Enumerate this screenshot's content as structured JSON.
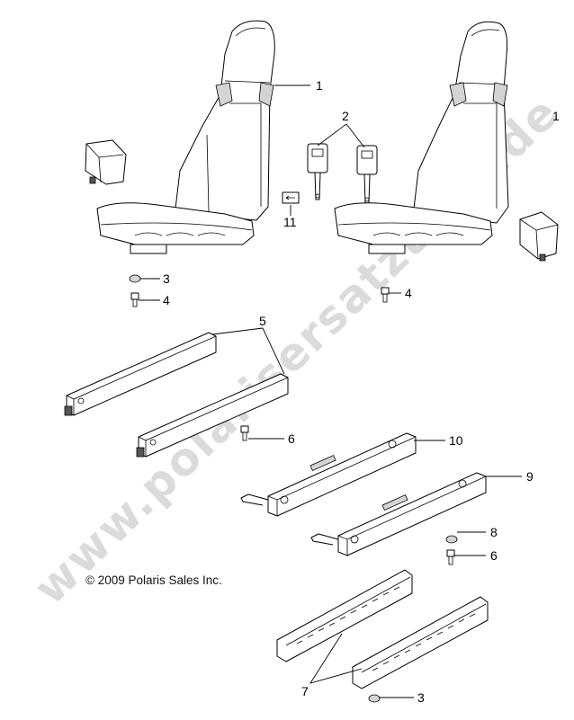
{
  "callouts": {
    "c1a": "1",
    "c1b": "1",
    "c2": "2",
    "c3a": "3",
    "c3b": "3",
    "c4a": "4",
    "c4b": "4",
    "c5": "5",
    "c6a": "6",
    "c6b": "6",
    "c7": "7",
    "c8": "8",
    "c9": "9",
    "c10": "10",
    "c11": "11"
  },
  "copyright": "© 2009 Polaris Sales Inc.",
  "watermark": "www.polarisersatzteile.de"
}
